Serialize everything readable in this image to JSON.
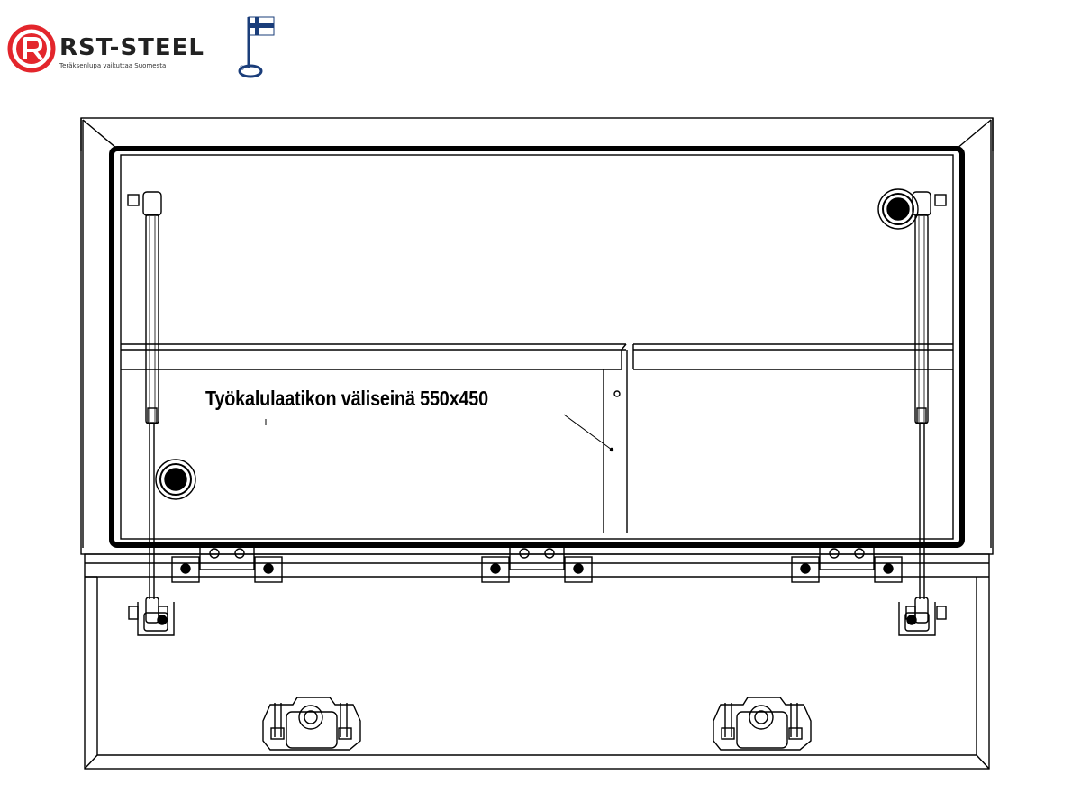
{
  "logo": {
    "brand": "RST-STEEL",
    "tagline": "Teräksenlupa vaikuttaa Suomesta",
    "flag_colors": {
      "blue": "#1a3d7a",
      "white": "#ffffff"
    },
    "ring_color": "#e3262c",
    "registered_mark": "®"
  },
  "drawing": {
    "annotation": "Työkalulaatikon väliseinä 550x450",
    "stroke_color": "#000000"
  }
}
